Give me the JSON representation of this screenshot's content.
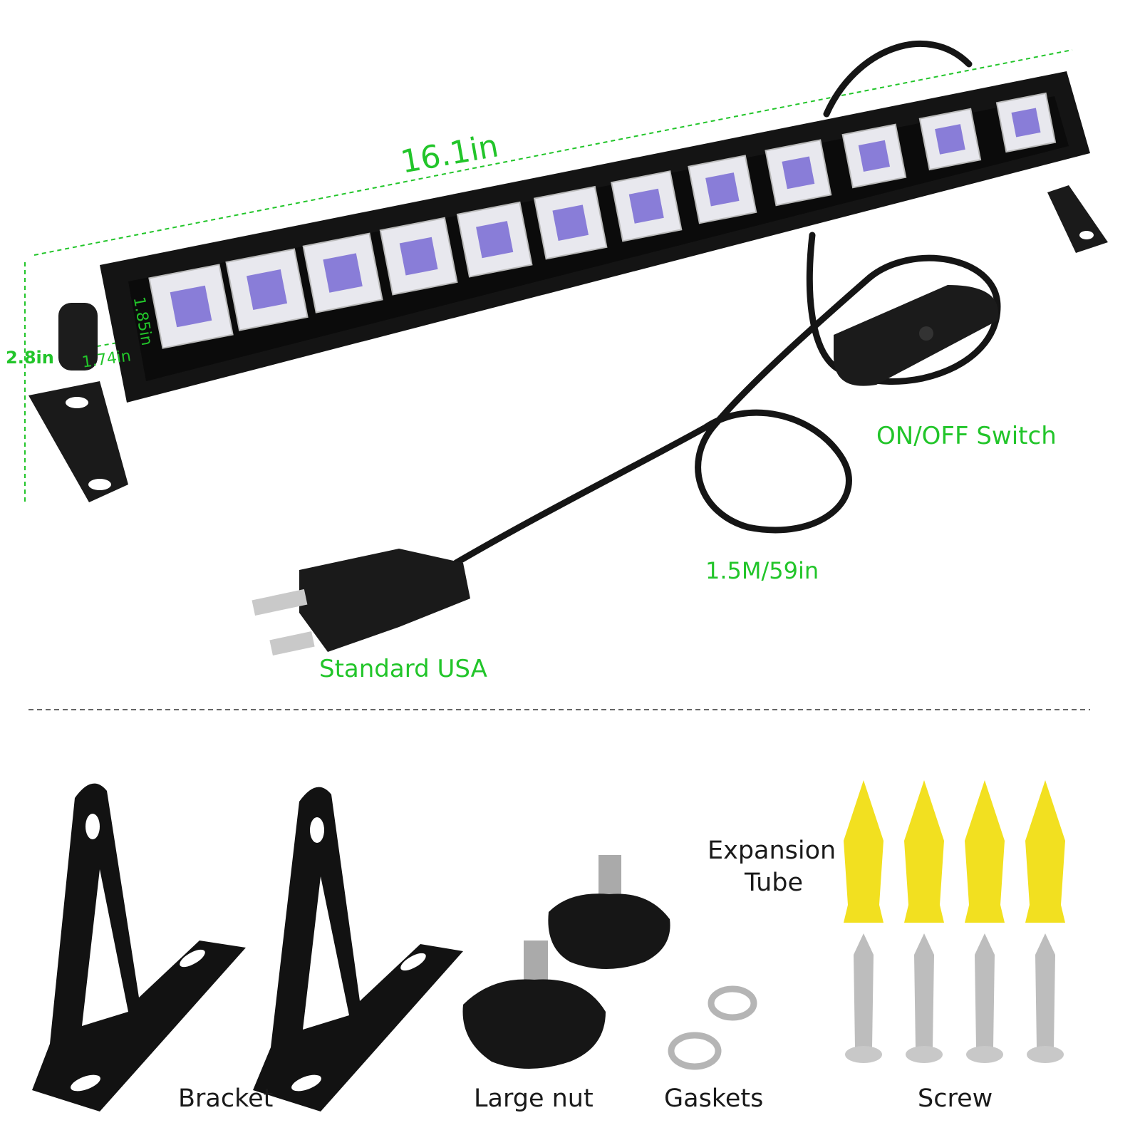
{
  "dimensions": {
    "length": "16.1in",
    "height_total": "2.8in",
    "depth": "1.74in",
    "height_body": "1.85in",
    "switch": "ON/OFF Switch",
    "cord_length": "1.5M/59in",
    "plug": "Standard USA"
  },
  "accessories": {
    "bracket": "Bracket",
    "large_nut": "Large nut",
    "gaskets": "Gaskets",
    "screw": "Screw",
    "expansion_line1": "Expansion",
    "expansion_line2": "Tube"
  },
  "colors": {
    "annotation": "#22c52a",
    "body": "#111111",
    "led": "#6a5ad0",
    "anchor": "#f2e020"
  },
  "led_count": 12
}
